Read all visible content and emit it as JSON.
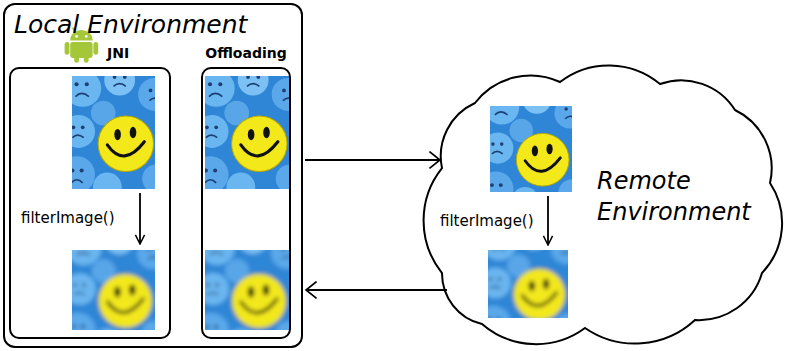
{
  "diagram": {
    "nodes": [
      {
        "text": [
          "Local Environment"
        ]
      },
      {
        "text": [
          "JNI",
          "filterImage()"
        ],
        "in": 0
      },
      {
        "text": [
          "Offloading"
        ],
        "in": 0
      },
      {
        "text": [
          "Remote Environment",
          "filterImage()"
        ]
      }
    ],
    "edges": [
      {
        "from": 0,
        "to": 3,
        "arrow": "to"
      },
      {
        "from": 3,
        "to": 0,
        "arrow": "to"
      }
    ]
  }
}
